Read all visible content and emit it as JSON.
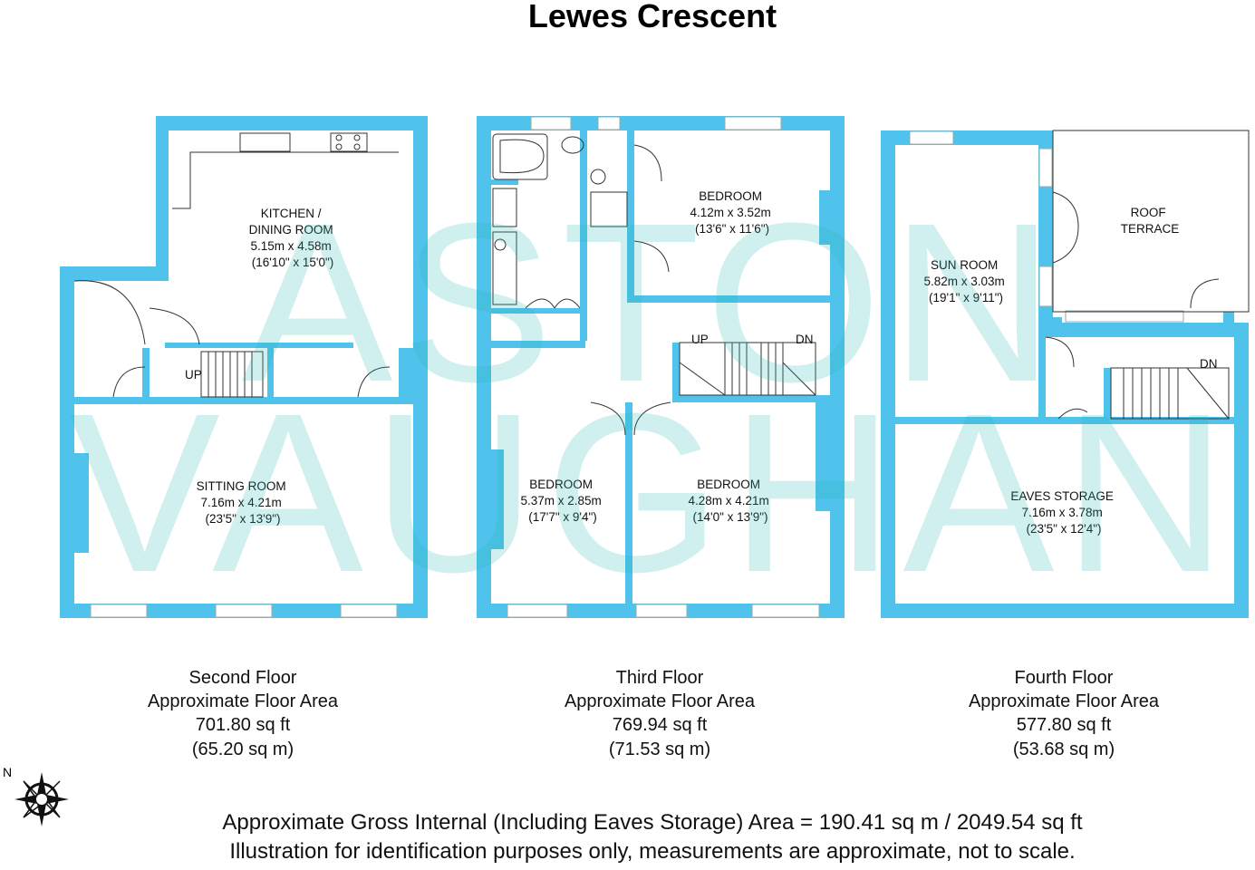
{
  "title": "Lewes Crescent",
  "watermark": {
    "line1": "ASTON",
    "line2": "VAUGHAN"
  },
  "wall_color": "#4fc3ec",
  "floors": [
    {
      "name": "Second Floor",
      "area_label": "Approximate Floor Area",
      "sq_ft": "701.80 sq ft",
      "sq_m": "(65.20 sq m)",
      "rooms": [
        {
          "lines": [
            "KITCHEN /",
            "DINING ROOM",
            "5.15m x 4.58m",
            "(16'10\" x 15'0\")"
          ]
        },
        {
          "lines": [
            "SITTING ROOM",
            "7.16m x 4.21m",
            "(23'5\" x 13'9\")"
          ]
        }
      ],
      "stairs": [
        "UP"
      ]
    },
    {
      "name": "Third Floor",
      "area_label": "Approximate Floor Area",
      "sq_ft": "769.94 sq ft",
      "sq_m": "(71.53 sq m)",
      "rooms": [
        {
          "lines": [
            "BEDROOM",
            "4.12m x 3.52m",
            "(13'6\" x 11'6\")"
          ]
        },
        {
          "lines": [
            "BEDROOM",
            "5.37m x 2.85m",
            "(17'7\" x 9'4\")"
          ]
        },
        {
          "lines": [
            "BEDROOM",
            "4.28m x 4.21m",
            "(14'0\" x 13'9\")"
          ]
        }
      ],
      "stairs": [
        "UP",
        "DN"
      ]
    },
    {
      "name": "Fourth Floor",
      "area_label": "Approximate Floor Area",
      "sq_ft": "577.80 sq ft",
      "sq_m": "(53.68 sq m)",
      "rooms": [
        {
          "lines": [
            "SUN ROOM",
            "5.82m x 3.03m",
            "(19'1\" x 9'11\")"
          ]
        },
        {
          "lines": [
            "ROOF",
            "TERRACE"
          ]
        },
        {
          "lines": [
            "EAVES STORAGE",
            "7.16m x 3.78m",
            "(23'5\" x 12'4\")"
          ]
        }
      ],
      "stairs": [
        "DN"
      ]
    }
  ],
  "compass_label": "N",
  "footer": {
    "line1": "Approximate Gross Internal (Including Eaves Storage) Area = 190.41 sq m / 2049.54 sq ft",
    "line2": "Illustration for identification purposes only, measurements are approximate, not to scale."
  }
}
